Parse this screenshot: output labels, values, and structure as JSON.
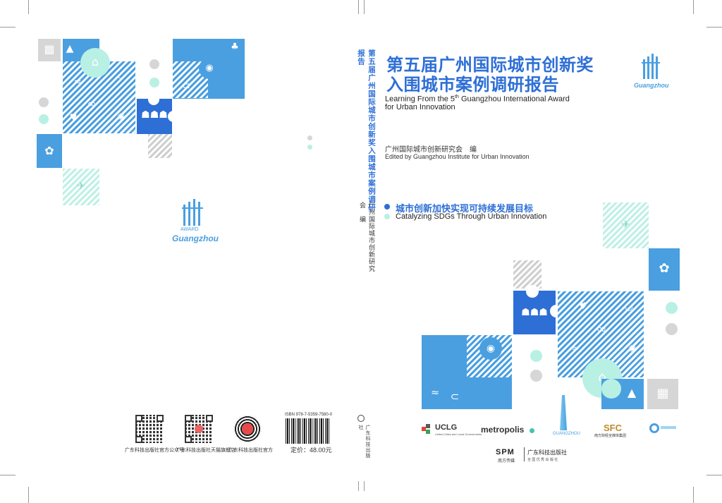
{
  "title_cn_line1": "第五届广州国际城市创新奖",
  "title_cn_line2": "入围城市案例调研报告",
  "title_en_line1_pre": "Learning From the 5",
  "title_en_sup": "th",
  "title_en_line1_post": " Guangzhou International Award",
  "title_en_line2": "for Urban Innovation",
  "editor_cn": "广州国际城市创新研究会　编",
  "editor_en": "Edited by Guangzhou Institute for Urban Innovation",
  "theme_cn": "城市创新加快实现可持续发展目标",
  "theme_en": "Catalyzing SDGs Through Urban Innovation",
  "award_logo": {
    "word": "AWARD",
    "script": "Guangzhou"
  },
  "spine": {
    "title": "第五届广州国际城市创新奖入围城市案例调研报告",
    "editor": "广州国际城市创新研究会　编"
  },
  "back": {
    "qr_labels": [
      "广东科技出版社官方公众号",
      "广东科技出版社天猫旗舰店",
      "广东科技出版社官方"
    ],
    "isbn": "ISBN 978-7-5359-7580-0",
    "price": "定价：48.00元"
  },
  "partners": {
    "uclg": "UCLG",
    "uclg_sub": "United Cities and Local Governments",
    "metropolis": "metropolis",
    "guangzhou": "GUANGZHOU",
    "sfc": "SFC",
    "sfc_sub": "南方财经全媒体集团"
  },
  "publisher": {
    "mark": "SPM",
    "cn_top": "广东科技出版社",
    "cn_left": "南方传媒",
    "cn_bottom": "全 国 优 秀 出 版 社"
  },
  "colors": {
    "blue": "#4a9fe0",
    "navy": "#2e6fd6",
    "mint": "#b9f0e4",
    "gray": "#d6d6d6"
  },
  "icons": [
    "blocks-icon",
    "bar-chart-icon",
    "factory-icon",
    "tree-icon",
    "eye-icon",
    "fish-icon",
    "people-icon",
    "infinity-icon",
    "gear-icon",
    "flower-icon",
    "dove-icon",
    "wave-icon",
    "city-icon",
    "sun-icon",
    "bowl-icon",
    "heart-icon",
    "globe-icon"
  ]
}
